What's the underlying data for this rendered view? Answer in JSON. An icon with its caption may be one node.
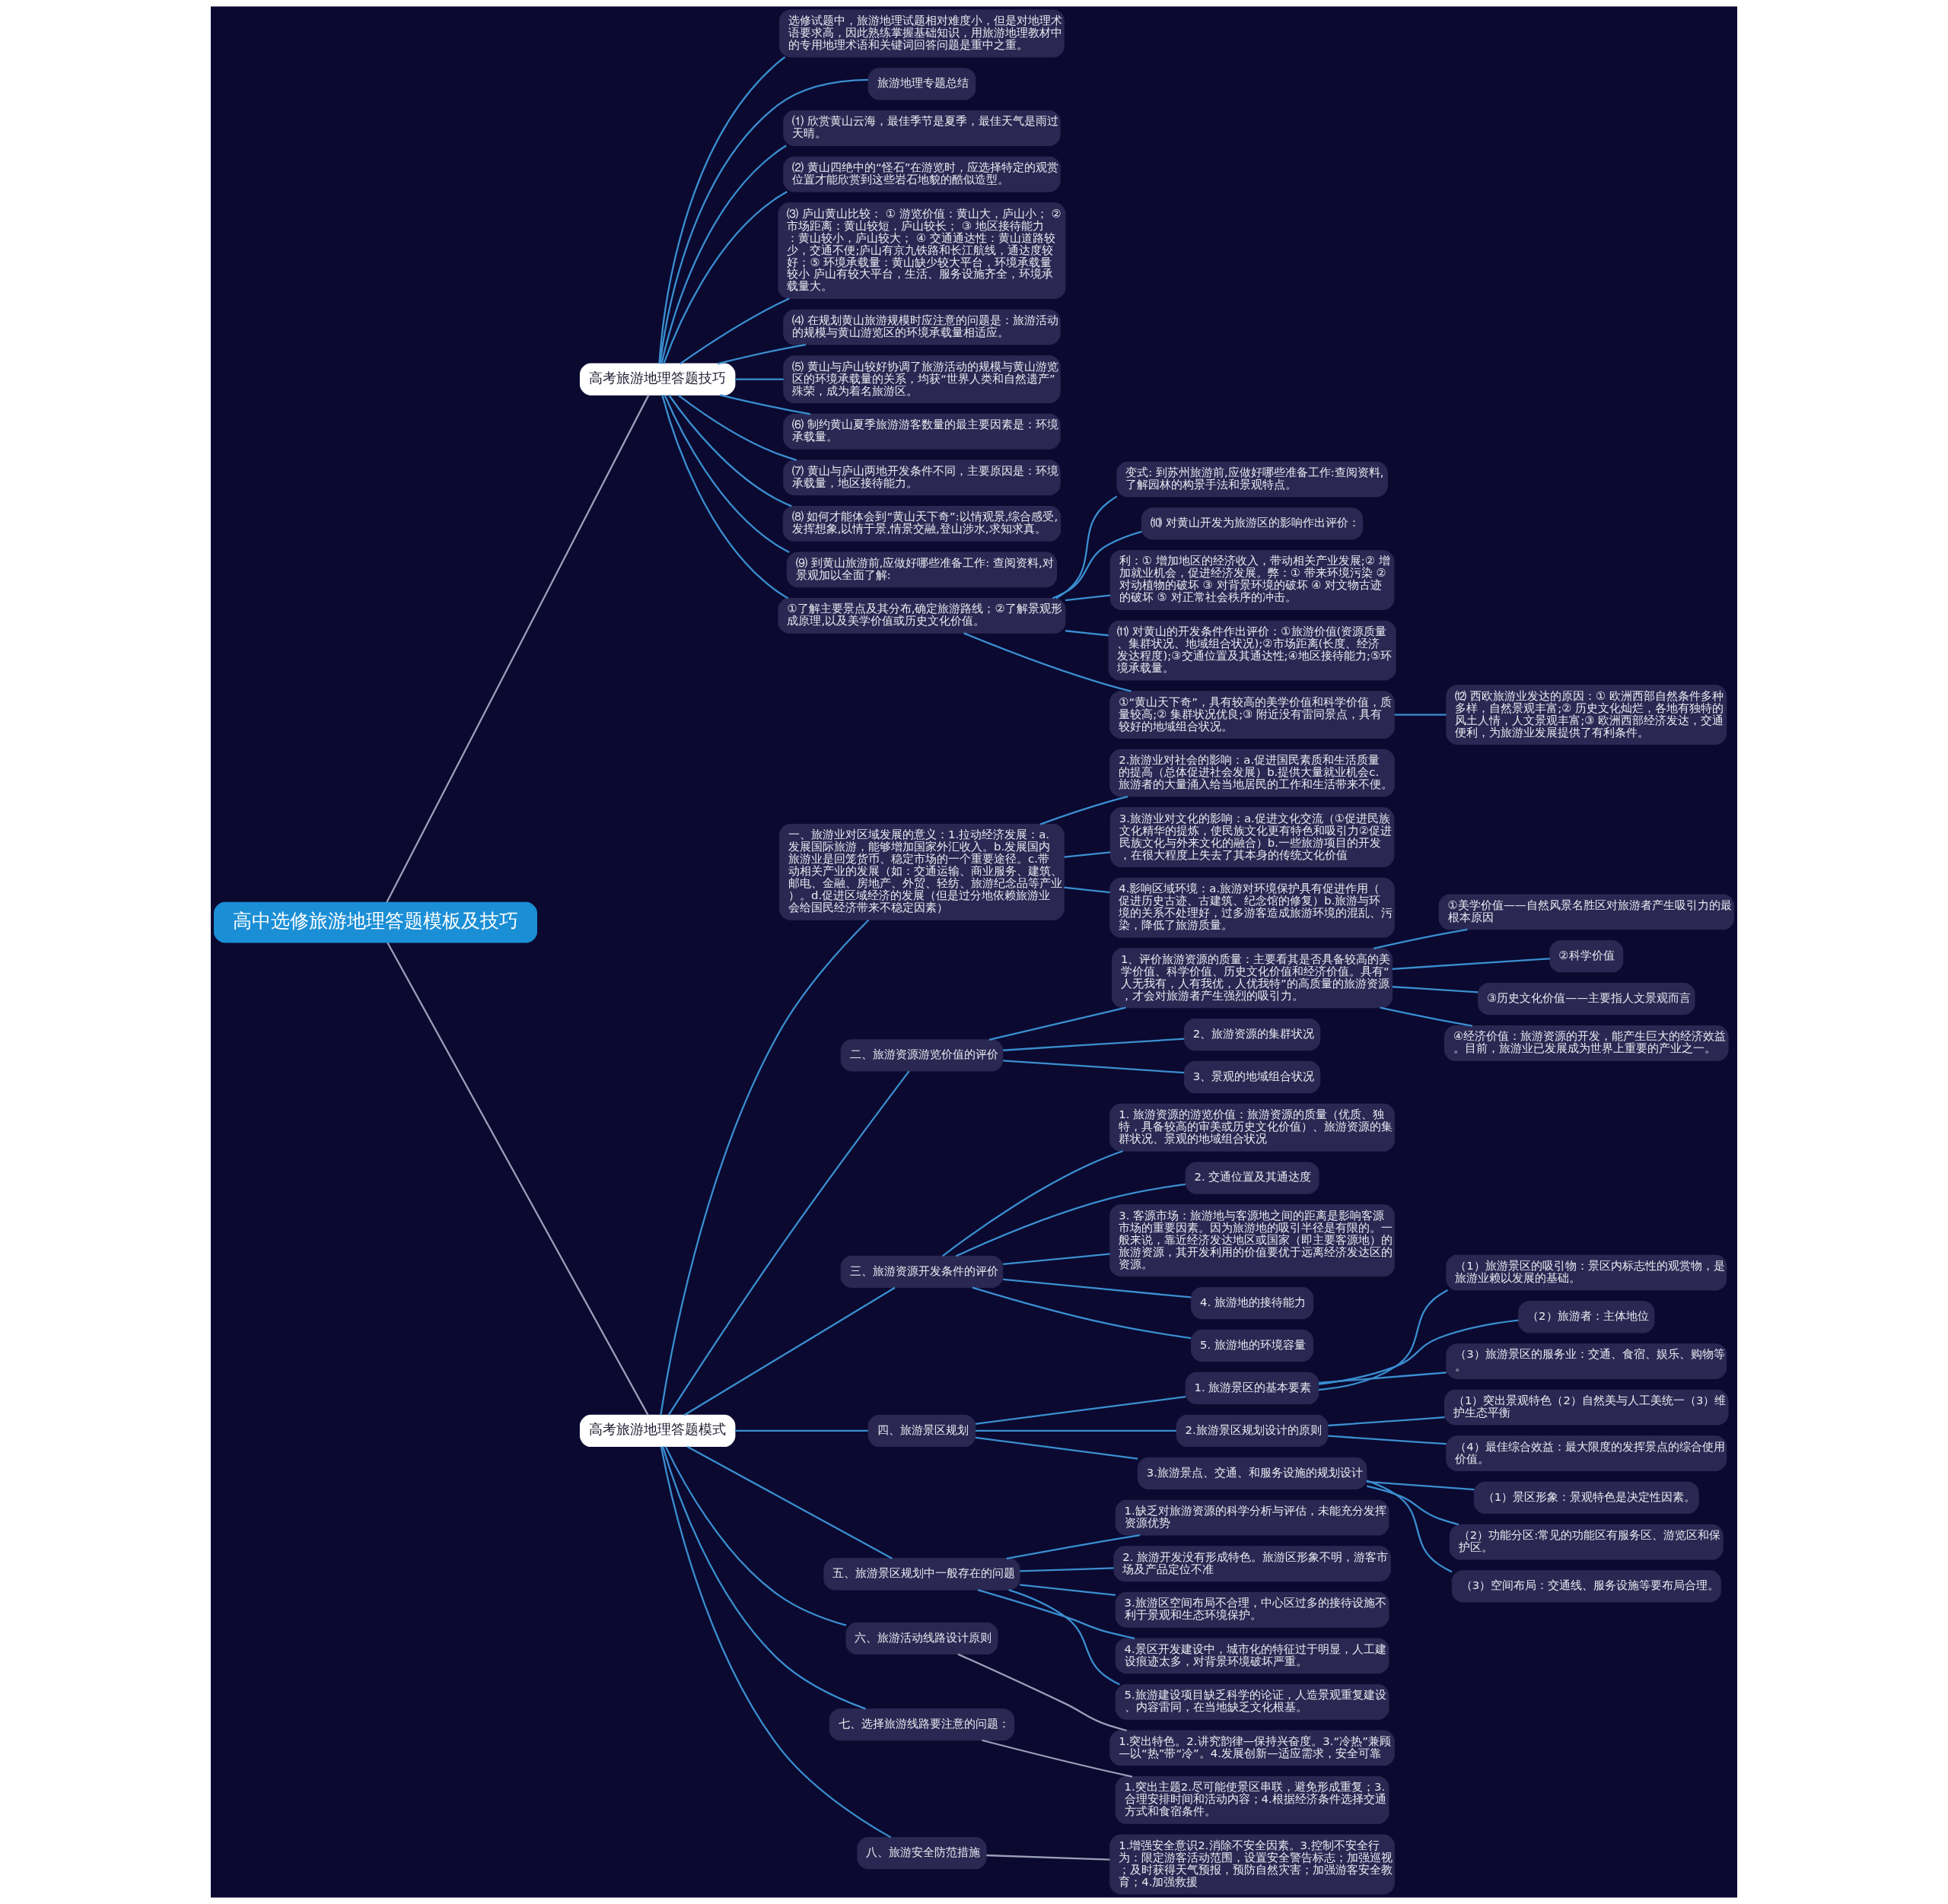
{
  "diagram": {
    "nodes": [
      {
        "text": [
          "高中选修旅游地理答题模板及技巧"
        ]
      },
      {
        "text": [
          "高考旅游地理答题技巧"
        ]
      },
      {
        "text": [
          "选修试题中，旅游地理试题相对难度小，但是对地理术语要求高，因此熟练掌握基础知识，用旅游地理教材中的专用地理术语和关键词回答问题是重中之重。"
        ]
      },
      {
        "text": [
          "旅游地理专题总结"
        ]
      },
      {
        "text": [
          "⑴ 欣赏黄山云海，最佳季节是夏季，最佳天气是雨过天晴。"
        ]
      },
      {
        "text": [
          "⑵ 黄山四绝中的“怪石”在游览时，应选择特定的观赏位置才能欣赏到这些岩石地貌的酷似造型。"
        ]
      },
      {
        "text": [
          "⑶ 庐山黄山比较： ① 游览价值：黄山大，庐山小； ② 市场距离：黄山较短，庐山较长； ③ 地区接待能力：黄山较小，庐山较大； ④ 交通通达性：黄山道路较少，交通不便;庐山有京九铁路和长江航线，通达度较好；⑤ 环境承载量：黄山缺少较大平台，环境承载量较小 庐山有较大平台，生活、服务设施齐全，环境承载量大。"
        ]
      },
      {
        "text": [
          "⑷ 在规划黄山旅游规模时应注意的问题是：旅游活动的规模与黄山游览区的环境承载量相适应。"
        ]
      },
      {
        "text": [
          "⑸ 黄山与庐山较好协调了旅游活动的规模与黄山游览区的环境承载量的关系，均获“世界人类和自然遗产”殊荣，成为着名旅游区。"
        ]
      },
      {
        "text": [
          "⑹ 制约黄山夏季旅游游客数量的最主要因素是：环境承载量。"
        ]
      },
      {
        "text": [
          "⑺ 黄山与庐山两地开发条件不同，主要原因是：环境承载量，地区接待能力。"
        ]
      },
      {
        "text": [
          "⑻ 如何才能体会到“黄山天下奇”:以情观景,综合感受,发挥想象,以情于景,情景交融,登山涉水,求知求真。"
        ]
      },
      {
        "text": [
          "⑼ 到黄山旅游前,应做好哪些准备工作: 查阅资料,对景观加以全面了解:"
        ]
      },
      {
        "text": [
          "①了解主要景点及其分布,确定旅游路线；②了解景观形成原理,以及美学价值或历史文化价值。"
        ]
      },
      {
        "text": [
          "变式: 到苏州旅游前,应做好哪些准备工作:查阅资料,了解园林的构景手法和景观特点。"
        ]
      },
      {
        "text": [
          "⑽ 对黄山开发为旅游区的影响作出评价："
        ]
      },
      {
        "text": [
          "利：① 增加地区的经济收入，带动相关产业发展;② 增加就业机会，促进经济发展。弊：① 带来环境污染 ② 对动植物的破坏 ③ 对背景环境的破坏 ④ 对文物古迹的破坏 ⑤ 对正常社会秩序的冲击。"
        ]
      },
      {
        "text": [
          "⑾ 对黄山的开发条件作出评价：①旅游价值(资源质量、集群状况、地域组合状况);②市场距离(长度、经济发达程度);③交通位置及其通达性;④地区接待能力;⑤环境承载量。"
        ]
      },
      {
        "text": [
          "①“黄山天下奇”，具有较高的美学价值和科学价值，质量较高;② 集群状况优良;③ 附近没有雷同景点，具有较好的地域组合状况。"
        ]
      },
      {
        "text": [
          "⑿ 西欧旅游业发达的原因：① 欧洲西部自然条件多种多样，自然景观丰富;② 历史文化灿烂，各地有独特的风土人情，人文景观丰富;③ 欧洲西部经济发达，交通便利，为旅游业发展提供了有利条件。"
        ]
      },
      {
        "text": [
          "高考旅游地理答题模式"
        ]
      },
      {
        "text": [
          "一、旅游业对区域发展的意义：1.拉动经济发展：a.发展国际旅游，能够增加国家外汇收入。b.发展国内旅游业是回笼货币、稳定市场的一个重要途径。c.带动相关产业的发展（如：交通运输、商业服务、建筑、邮电、金融、房地产、外贸、轻纺、旅游纪念品等产业）。d.促进区域经济的发展（但是过分地依赖旅游业会给国民经济带来不稳定因素）"
        ]
      },
      {
        "text": [
          "2.旅游业对社会的影响：a.促进国民素质和生活质量的提高（总体促进社会发展）b.提供大量就业机会c.旅游者的大量涌入给当地居民的工作和生活带来不便。"
        ]
      },
      {
        "text": [
          "3.旅游业对文化的影响：a.促进文化交流（①促进民族文化精华的提炼，使民族文化更有特色和吸引力②促进民族文化与外来文化的融合）b.一些旅游项目的开发，在很大程度上失去了其本身的传统文化价值"
        ]
      },
      {
        "text": [
          "4.影响区域环境：a.旅游对环境保护具有促进作用（促进历史古迹、古建筑、纪念馆的修复）b.旅游与环境的关系不处理好，过多游客造成旅游环境的混乱、污染，降低了旅游质量。"
        ]
      },
      {
        "text": [
          "二、旅游资源游览价值的评价"
        ]
      },
      {
        "text": [
          "1、评价旅游资源的质量：主要看其是否具备较高的美学价值、科学价值、历史文化价值和经济价值。具有“人无我有，人有我优，人优我特”的高质量的旅游资源，才会对旅游者产生强烈的吸引力。"
        ]
      },
      {
        "text": [
          "①美学价值——自然风景名胜区对旅游者产生吸引力的最根本原因"
        ]
      },
      {
        "text": [
          "②科学价值"
        ]
      },
      {
        "text": [
          "③历史文化价值——主要指人文景观而言"
        ]
      },
      {
        "text": [
          "④经济价值：旅游资源的开发，能产生巨大的经济效益。目前，旅游业已发展成为世界上重要的产业之一。"
        ]
      },
      {
        "text": [
          "2、旅游资源的集群状况"
        ]
      },
      {
        "text": [
          "3、景观的地域组合状况"
        ]
      },
      {
        "text": [
          "三、旅游资源开发条件的评价"
        ]
      },
      {
        "text": [
          "1. 旅游资源的游览价值：旅游资源的质量（优质、独特，具备较高的审美或历史文化价值）、旅游资源的集群状况、景观的地域组合状况"
        ]
      },
      {
        "text": [
          "2. 交通位置及其通达度"
        ]
      },
      {
        "text": [
          "3. 客源市场：旅游地与客源地之间的距离是影响客源市场的重要因素。因为旅游地的吸引半径是有限的。一般来说，靠近经济发达地区或国家（即主要客源地）的旅游资源，其开发利用的价值要优于远离经济发达区的资源。"
        ]
      },
      {
        "text": [
          "4. 旅游地的接待能力"
        ]
      },
      {
        "text": [
          "5. 旅游地的环境容量"
        ]
      },
      {
        "text": [
          "四、旅游景区规划"
        ]
      },
      {
        "text": [
          "1. 旅游景区的基本要素"
        ]
      },
      {
        "text": [
          "（1）旅游景区的吸引物：景区内标志性的观赏物，是旅游业赖以发展的基础。"
        ]
      },
      {
        "text": [
          "（2）旅游者：主体地位"
        ]
      },
      {
        "text": [
          "（3）旅游景区的服务业：交通、食宿、娱乐、购物等。"
        ]
      },
      {
        "text": [
          "2.旅游景区规划设计的原则"
        ]
      },
      {
        "text": [
          "（1）突出景观特色（2）自然美与人工美统一（3）维护生态平衡"
        ]
      },
      {
        "text": [
          "（4）最佳综合效益：最大限度的发挥景点的综合使用价值。"
        ]
      },
      {
        "text": [
          "3.旅游景点、交通、和服务设施的规划设计"
        ]
      },
      {
        "text": [
          "（1）景区形象：景观特色是决定性因素。"
        ]
      },
      {
        "text": [
          "（2）功能分区:常见的功能区有服务区、游览区和保护区。"
        ]
      },
      {
        "text": [
          "（3）空间布局：交通线、服务设施等要布局合理。"
        ]
      },
      {
        "text": [
          "五、旅游景区规划中一般存在的问题"
        ]
      },
      {
        "text": [
          "1.缺乏对旅游资源的科学分析与评估，未能充分发挥资源优势"
        ]
      },
      {
        "text": [
          "2. 旅游开发没有形成特色。旅游区形象不明，游客市场及产品定位不准"
        ]
      },
      {
        "text": [
          "3.旅游区空间布局不合理，中心区过多的接待设施不利于景观和生态环境保护。"
        ]
      },
      {
        "text": [
          "4.景区开发建设中，城市化的特征过于明显，人工建设痕迹太多，对背景环境破坏严重。"
        ]
      },
      {
        "text": [
          "5.旅游建设项目缺乏科学的论证，人造景观重复建设、内容雷同，在当地缺乏文化根基。"
        ]
      },
      {
        "text": [
          "六、旅游活动线路设计原则"
        ]
      },
      {
        "text": [
          "1.突出特色。2.讲究韵律—保持兴奋度。3.“冷热”兼顾—以“热”带“冷”。4.发展创新—适应需求，安全可靠"
        ]
      },
      {
        "text": [
          "七、选择旅游线路要注意的问题："
        ]
      },
      {
        "text": [
          "1.突出主题2.尽可能使景区串联，避免形成重复；3.合理安排时间和活动内容；4.根据经济条件选择交通方式和食宿条件。"
        ]
      },
      {
        "text": [
          "八、旅游安全防范措施"
        ]
      },
      {
        "text": [
          "1.增强安全意识2.消除不安全因素。3.控制不安全行为：限定游客活动范围，设置安全警告标志；加强巡视；及时获得天气预报，预防自然灾害；加强游客安全教育；4.加强救援"
        ]
      }
    ],
    "edges": [
      {
        "from": 0,
        "to": 1,
        "arrow": "none",
        "color": "#9aa0b8"
      },
      {
        "from": 1,
        "to": 2,
        "arrow": "none"
      },
      {
        "from": 1,
        "to": 3,
        "arrow": "none"
      },
      {
        "from": 1,
        "to": 4,
        "arrow": "none"
      },
      {
        "from": 1,
        "to": 5,
        "arrow": "none"
      },
      {
        "from": 1,
        "to": 6,
        "arrow": "none"
      },
      {
        "from": 1,
        "to": 7,
        "arrow": "none"
      },
      {
        "from": 1,
        "to": 8,
        "arrow": "none"
      },
      {
        "from": 1,
        "to": 9,
        "arrow": "none"
      },
      {
        "from": 1,
        "to": 10,
        "arrow": "none"
      },
      {
        "from": 1,
        "to": 11,
        "arrow": "none"
      },
      {
        "from": 1,
        "to": 12,
        "arrow": "none"
      },
      {
        "from": 1,
        "to": 13,
        "arrow": "none"
      },
      {
        "from": 13,
        "to": 14,
        "arrow": "none"
      },
      {
        "from": 13,
        "to": 15,
        "arrow": "none"
      },
      {
        "from": 13,
        "to": 16,
        "arrow": "none"
      },
      {
        "from": 13,
        "to": 17,
        "arrow": "none"
      },
      {
        "from": 13,
        "to": 18,
        "arrow": "none"
      },
      {
        "from": 18,
        "to": 19,
        "arrow": "none"
      },
      {
        "from": 0,
        "to": 20,
        "arrow": "none",
        "color": "#9aa0b8"
      },
      {
        "from": 20,
        "to": 21,
        "arrow": "none"
      },
      {
        "from": 21,
        "to": 22,
        "arrow": "none"
      },
      {
        "from": 21,
        "to": 23,
        "arrow": "none"
      },
      {
        "from": 21,
        "to": 24,
        "arrow": "none"
      },
      {
        "from": 20,
        "to": 25,
        "arrow": "none"
      },
      {
        "from": 25,
        "to": 26,
        "arrow": "none"
      },
      {
        "from": 26,
        "to": 27,
        "arrow": "none"
      },
      {
        "from": 26,
        "to": 28,
        "arrow": "none"
      },
      {
        "from": 26,
        "to": 29,
        "arrow": "none"
      },
      {
        "from": 26,
        "to": 30,
        "arrow": "none"
      },
      {
        "from": 25,
        "to": 31,
        "arrow": "none"
      },
      {
        "from": 25,
        "to": 32,
        "arrow": "none"
      },
      {
        "from": 20,
        "to": 33,
        "arrow": "none"
      },
      {
        "from": 33,
        "to": 34,
        "arrow": "none"
      },
      {
        "from": 33,
        "to": 35,
        "arrow": "none"
      },
      {
        "from": 33,
        "to": 36,
        "arrow": "none"
      },
      {
        "from": 33,
        "to": 37,
        "arrow": "none"
      },
      {
        "from": 33,
        "to": 38,
        "arrow": "none"
      },
      {
        "from": 20,
        "to": 39,
        "arrow": "none"
      },
      {
        "from": 39,
        "to": 40,
        "arrow": "none"
      },
      {
        "from": 40,
        "to": 41,
        "arrow": "none"
      },
      {
        "from": 40,
        "to": 42,
        "arrow": "none"
      },
      {
        "from": 40,
        "to": 43,
        "arrow": "none"
      },
      {
        "from": 39,
        "to": 44,
        "arrow": "none"
      },
      {
        "from": 44,
        "to": 45,
        "arrow": "none"
      },
      {
        "from": 44,
        "to": 46,
        "arrow": "none"
      },
      {
        "from": 39,
        "to": 47,
        "arrow": "none"
      },
      {
        "from": 47,
        "to": 48,
        "arrow": "none"
      },
      {
        "from": 47,
        "to": 49,
        "arrow": "none"
      },
      {
        "from": 47,
        "to": 50,
        "arrow": "none"
      },
      {
        "from": 20,
        "to": 51,
        "arrow": "none"
      },
      {
        "from": 51,
        "to": 52,
        "arrow": "none"
      },
      {
        "from": 51,
        "to": 53,
        "arrow": "none"
      },
      {
        "from": 51,
        "to": 54,
        "arrow": "none"
      },
      {
        "from": 51,
        "to": 55,
        "arrow": "none"
      },
      {
        "from": 51,
        "to": 56,
        "arrow": "none"
      },
      {
        "from": 20,
        "to": 57,
        "arrow": "none"
      },
      {
        "from": 57,
        "to": 58,
        "arrow": "none",
        "color": "#9aa0b8"
      },
      {
        "from": 20,
        "to": 59,
        "arrow": "none"
      },
      {
        "from": 59,
        "to": 60,
        "arrow": "none",
        "color": "#9aa0b8"
      },
      {
        "from": 20,
        "to": 61,
        "arrow": "none"
      },
      {
        "from": 61,
        "to": 62,
        "arrow": "none",
        "color": "#9aa0b8"
      }
    ]
  }
}
